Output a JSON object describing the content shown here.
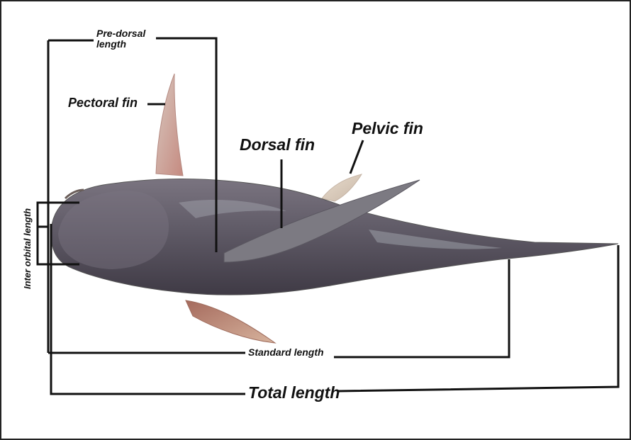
{
  "labels": {
    "pre_dorsal": "Pre-dorsal\nlength",
    "pectoral_fin": "Pectoral fin",
    "dorsal_fin": "Dorsal fin",
    "pelvic_fin": "Pelvic fin",
    "inter_orbital": "Inter orbital length",
    "standard_length": "Standard length",
    "total_length": "Total length"
  },
  "colors": {
    "line": "#111111",
    "body": "#6f6a72",
    "body_dark": "#3f3b43",
    "fin": "#b9a9a1",
    "fin_pink": "#c98d85"
  }
}
